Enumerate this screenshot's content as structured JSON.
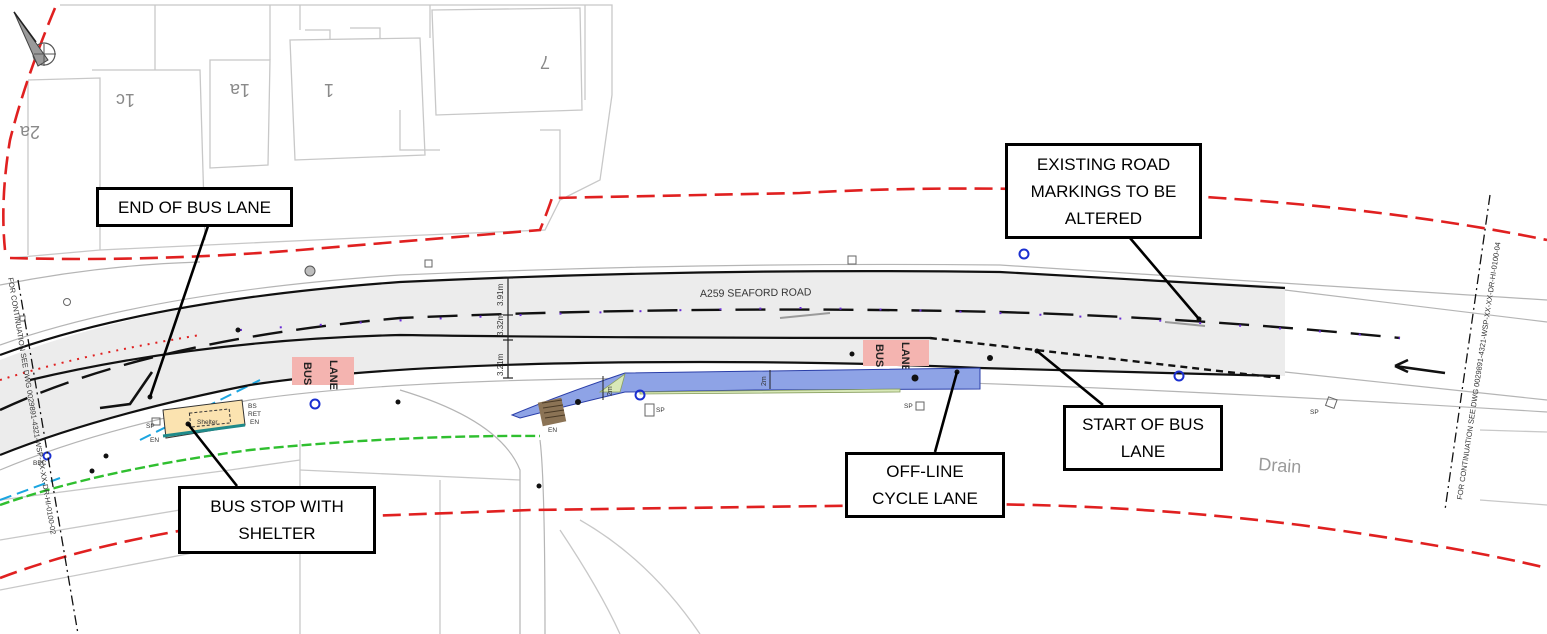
{
  "map": {
    "road_name": "A259 SEAFORD ROAD",
    "widths": {
      "upper": "3.91m",
      "middle": "3.32m",
      "lower": "3.21m",
      "cycle": "2m",
      "footway": "2m"
    },
    "continuation_left": "FOR CONTINUATION SEE DWG 0029891-4321-WSP-XX-XX-DR-HI-0100-02",
    "continuation_right": "FOR CONTINUATION SEE DWG 0029891-4321-WSP-XX-XX-DR-HI-0100-04",
    "bus_lane_marking_line1": "BUS",
    "bus_lane_marking_line2": "LANE",
    "drain_label": "Drain",
    "shelter_label": "Shelter",
    "house_numbers": [
      "2a",
      "1c",
      "1a",
      "1",
      "7"
    ],
    "small_labels": {
      "sp": "SP",
      "en": "EN",
      "bs": "BS",
      "ret": "RET",
      "bec": "BEC"
    },
    "colors": {
      "boundary": "#e02020",
      "bus_lane": "#f4b4b0",
      "cycle_lane": "#8ea3e6",
      "shelter_area": "#fbe3b0",
      "green_line": "#2fbf2f",
      "cyan_line": "#1ba5e0",
      "utility_marker": "#1a2fd0",
      "road_surface": "#ececec"
    }
  },
  "callouts": {
    "end_of_bus_lane": {
      "line1": "END OF BUS LANE"
    },
    "existing_markings": {
      "line1": "EXISTING ROAD",
      "line2": "MARKINGS TO BE",
      "line3": "ALTERED"
    },
    "start_of_bus_lane": {
      "line1": "START OF BUS",
      "line2": "LANE"
    },
    "off_line_cycle": {
      "line1": "OFF-LINE",
      "line2": "CYCLE LANE"
    },
    "bus_stop_shelter": {
      "line1": "BUS STOP WITH",
      "line2": "SHELTER"
    }
  },
  "north_arrow": {
    "icon": "north-arrow-icon"
  }
}
